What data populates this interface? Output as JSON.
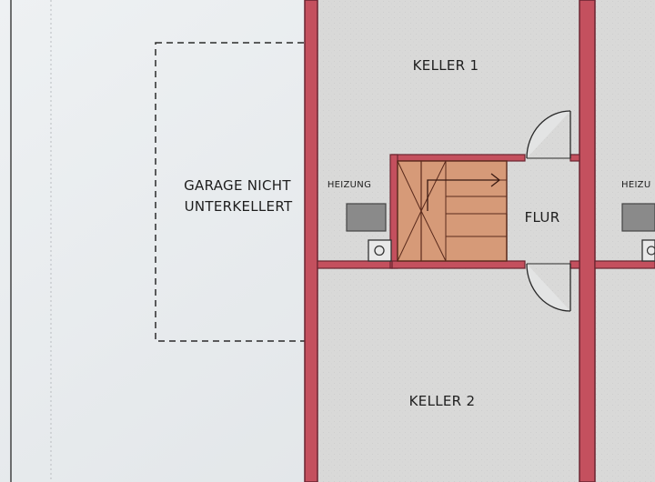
{
  "plan": {
    "rooms": {
      "keller1": "KELLER 1",
      "keller2": "KELLER 2",
      "flur": "FLUR",
      "heizung": "HEIZUNG",
      "heizung_neighbor": "HEIZU",
      "garage_line1": "GARAGE NICHT",
      "garage_line2": "UNTERKELLERT"
    }
  },
  "colors": {
    "paper": "#e7ebee",
    "room_fill": "#dcdcdc",
    "wall_red": "#c4505e",
    "wall_dark": "#6a2430",
    "stair_fill": "#d69a78",
    "ink": "#1e1e1e"
  }
}
